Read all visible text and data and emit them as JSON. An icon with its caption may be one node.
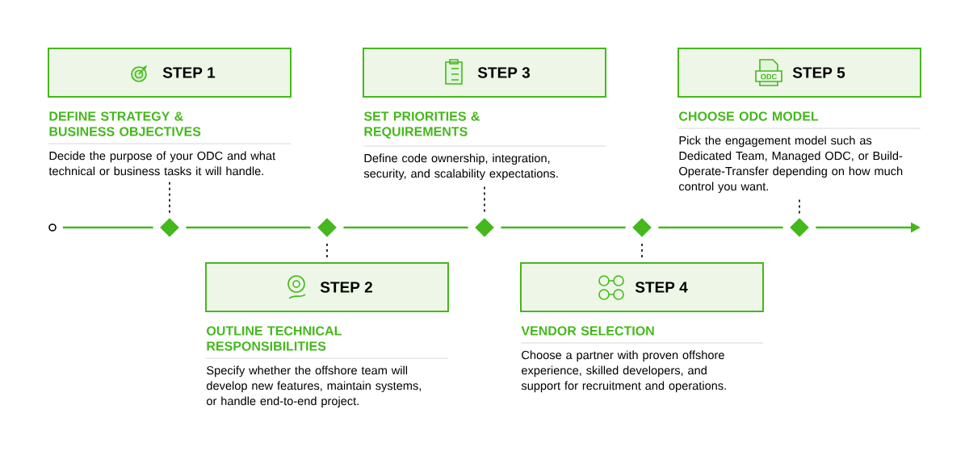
{
  "diagram": {
    "nodes": [
      {
        "text": [
          "STEP 1",
          "DEFINE STRATEGY & BUSINESS OBJECTIVES",
          "Decide the purpose of your ODC and what technical or business tasks it will handle."
        ]
      },
      {
        "text": [
          "STEP 2",
          "OUTLINE TECHNICAL RESPONSIBILITIES",
          "Specify whether the offshore team will develop new features, maintain systems, or handle end-to-end project."
        ]
      },
      {
        "text": [
          "STEP 3",
          "SET PRIORITIES & REQUIREMENTS",
          "Define code ownership, integration, security, and scalability expectations."
        ]
      },
      {
        "text": [
          "STEP 4",
          "VENDOR SELECTION",
          "Choose a partner with proven offshore experience, skilled developers, and support for recruitment and operations."
        ]
      },
      {
        "text": [
          "STEP 5",
          "CHOOSE ODC MODEL",
          "Pick the engagement model such as Dedicated Team, Managed ODC, or Build-Operate-Transfer depending on how much control you want."
        ]
      },
      {
        "text": [],
        "shape": "circle"
      },
      {
        "text": [],
        "shape": "diamond"
      },
      {
        "text": [],
        "shape": "diamond"
      },
      {
        "text": [],
        "shape": "diamond"
      },
      {
        "text": [],
        "shape": "diamond"
      },
      {
        "text": [],
        "shape": "diamond"
      }
    ],
    "edges": [
      {
        "from": 5,
        "to": 6,
        "arrow": "none"
      },
      {
        "from": 6,
        "to": 7,
        "arrow": "none"
      },
      {
        "from": 7,
        "to": 8,
        "arrow": "none"
      },
      {
        "from": 8,
        "to": 9,
        "arrow": "none"
      },
      {
        "from": 9,
        "to": 10,
        "arrow": "none"
      },
      {
        "from": 10,
        "to": null,
        "arrow": "to"
      },
      {
        "from": 0,
        "to": 6,
        "arrow": "none",
        "style": "dashed",
        "color": "#000000"
      },
      {
        "from": 1,
        "to": 7,
        "arrow": "none",
        "style": "dashed",
        "color": "#000000"
      },
      {
        "from": 2,
        "to": 8,
        "arrow": "none",
        "style": "dashed",
        "color": "#000000"
      },
      {
        "from": 3,
        "to": 9,
        "arrow": "none",
        "style": "dashed",
        "color": "#000000"
      },
      {
        "from": 4,
        "to": 10,
        "arrow": "none",
        "style": "dashed",
        "color": "#000000"
      }
    ],
    "labels": [
      "ODC"
    ]
  }
}
